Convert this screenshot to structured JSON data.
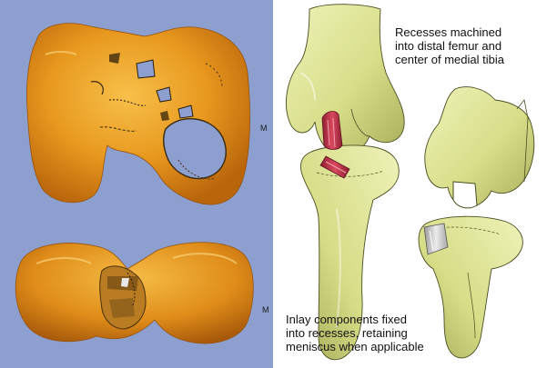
{
  "left_panel": {
    "femur_marker": "M",
    "tibia_marker": "M"
  },
  "right_panel": {
    "caption_top": "Recesses machined\ninto distal femur and\ncenter of medial tibia",
    "caption_bottom": "Inlay components fixed\ninto recesses, retaining\nmeniscus when applicable"
  },
  "colors": {
    "background_left": "#8c9fcf",
    "bone_scan": "#e39a1f",
    "bone_model": "#d8de8a",
    "implant": "#c2344b",
    "inlay": "#c9c9c9"
  }
}
